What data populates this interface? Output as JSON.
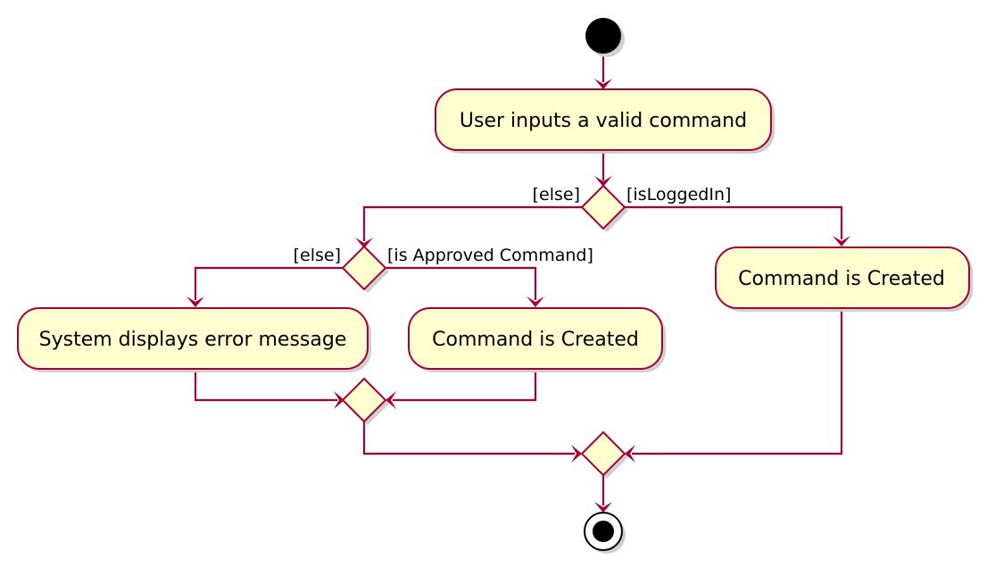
{
  "diagram": {
    "actions": {
      "user_input": "User inputs a valid command",
      "created_right": "Command is Created",
      "error_message": "System displays error message",
      "created_middle": "Command is Created"
    },
    "guards": {
      "logged_in": "[isLoggedIn]",
      "outer_else": "[else]",
      "approved": "[is Approved Command]",
      "inner_else": "[else]"
    },
    "colors": {
      "line": "#A80036",
      "node_fill": "#FEFECE",
      "start_node": "#000000"
    }
  }
}
